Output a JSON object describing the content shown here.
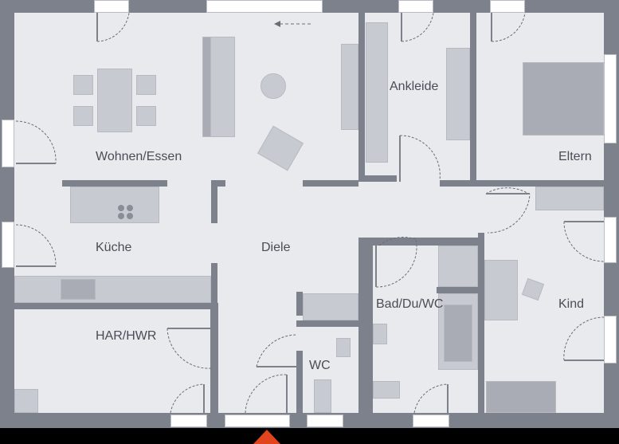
{
  "floorplan": {
    "rooms": [
      {
        "id": "wohnen-essen",
        "label": "Wohnen/Essen"
      },
      {
        "id": "ankleide",
        "label": "Ankleide"
      },
      {
        "id": "eltern",
        "label": "Eltern"
      },
      {
        "id": "kueche",
        "label": "Küche"
      },
      {
        "id": "diele",
        "label": "Diele"
      },
      {
        "id": "bad",
        "label": "Bad/Du/WC"
      },
      {
        "id": "kind",
        "label": "Kind"
      },
      {
        "id": "har-hwr",
        "label": "HAR/HWR"
      },
      {
        "id": "wc",
        "label": "WC"
      }
    ],
    "colors": {
      "wall": "#7d818c",
      "floor": "#e8eaee",
      "furniture": "#c8cad1",
      "entrance_marker": "#e2451d",
      "background": "#000000"
    },
    "entrance_icon": "triangle-up-icon",
    "direction_arrow_icon": "dashed-arrow-left-icon"
  }
}
